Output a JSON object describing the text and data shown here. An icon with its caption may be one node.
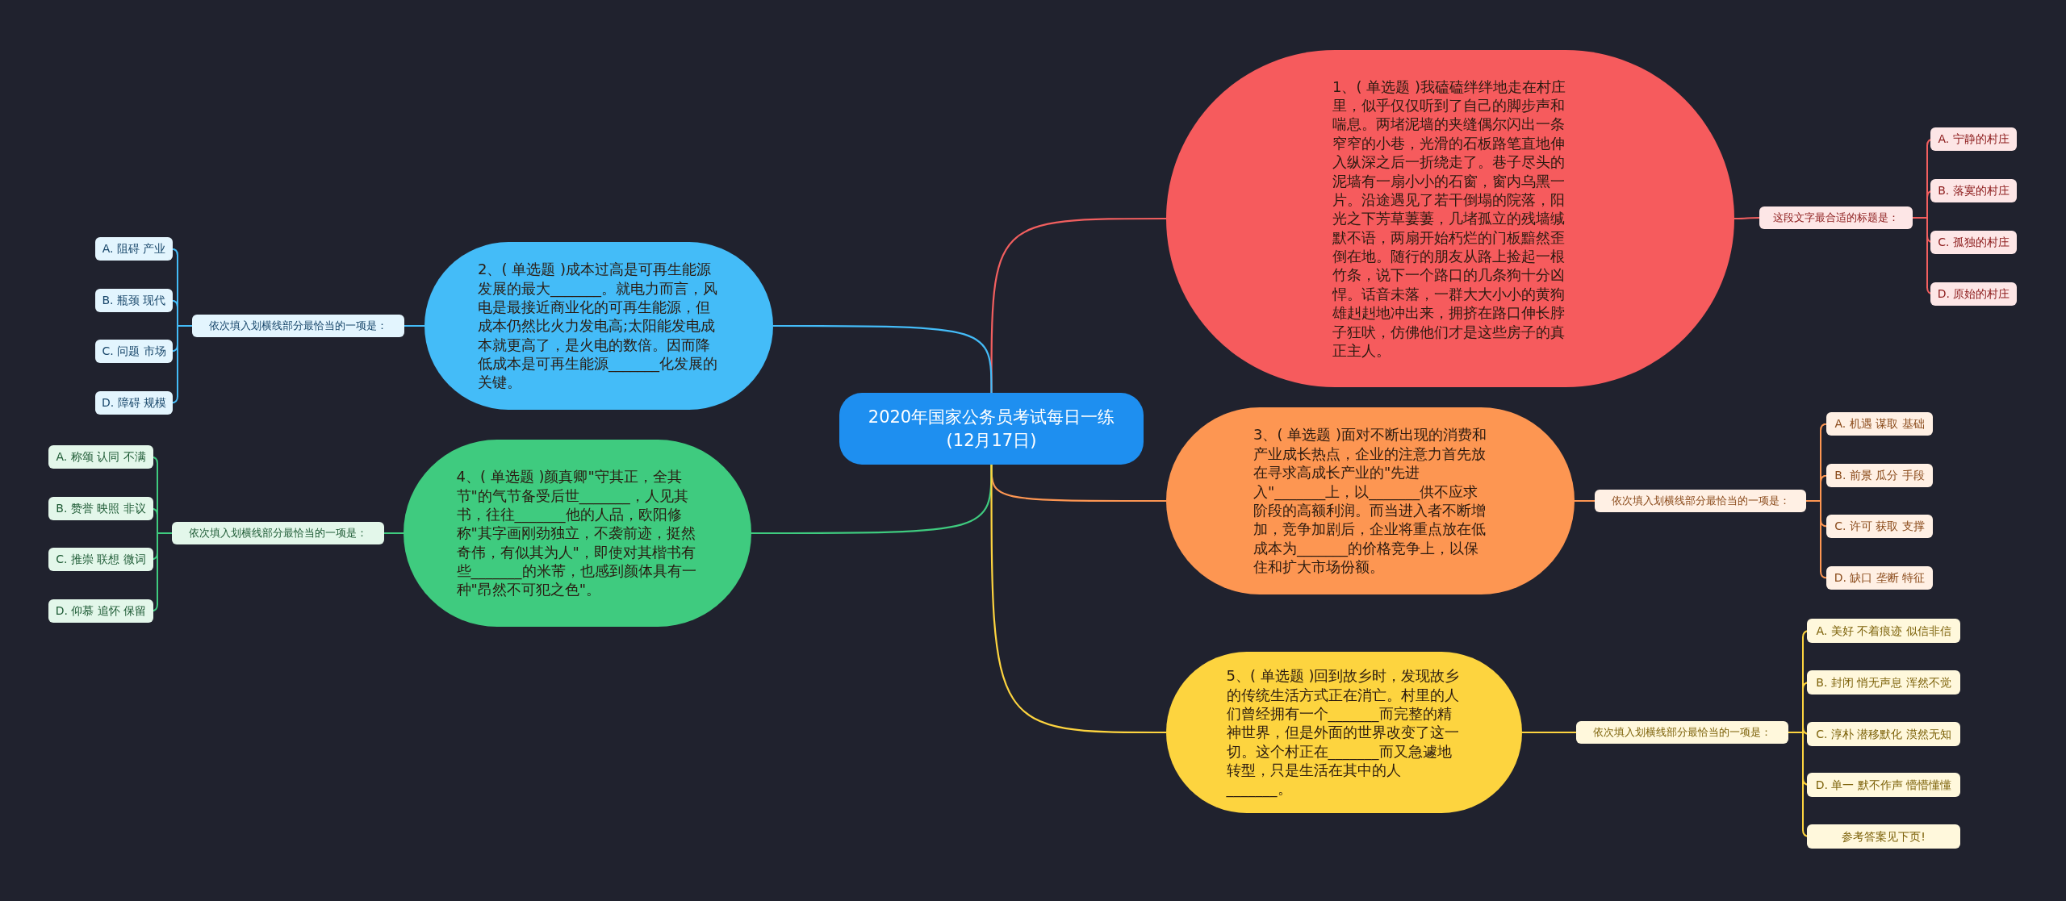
{
  "diagram": {
    "nodes": [
      {
        "text": [
          "2020年国家公务员考试每日一练(12月17日)"
        ]
      },
      {
        "text": [
          "1、( 单选题 )我磕磕绊绊地走在村庄里，似乎仅仅听到了自己的脚步声和喘息。两堵泥墙的夹缝偶尔闪出一条窄窄的小巷，光滑的石板路笔直地伸入纵深之后一折绕走了。巷子尽头的泥墙有一扇小小的石窗，窗内乌黑一片。沿途遇见了若干倒塌的院落，阳光之下芳草萋萋，几堵孤立的残墙缄默不语，两扇开始朽烂的门板黯然歪倒在地。随行的朋友从路上捡起一根竹条，说下一个路口的几条狗十分凶悍。话音未落，一群大大小小的黄狗雄赳赳地冲出来，拥挤在路口伸长脖子狂吠，仿佛他们才是这些房子的真正主人。"
        ]
      },
      {
        "text": [
          "这段文字最合适的标题是："
        ]
      },
      {
        "text": [
          "A. 宁静的村庄"
        ]
      },
      {
        "text": [
          "B. 落寞的村庄"
        ]
      },
      {
        "text": [
          "C. 孤独的村庄"
        ]
      },
      {
        "text": [
          "D. 原始的村庄"
        ]
      },
      {
        "text": [
          "2、( 单选题 )成本过高是可再生能源发展的最大_______。就电力而言，风电是最接近商业化的可再生能源，但成本仍然比火力发电高;太阳能发电成本就更高了，是火电的数倍。因而降低成本是可再生能源_______化发展的关键。"
        ]
      },
      {
        "text": [
          "依次填入划横线部分最恰当的一项是："
        ]
      },
      {
        "text": [
          "A. 阻碍 产业"
        ]
      },
      {
        "text": [
          "B. 瓶颈 现代"
        ]
      },
      {
        "text": [
          "C. 问题 市场"
        ]
      },
      {
        "text": [
          "D. 障碍 规模"
        ]
      },
      {
        "text": [
          "3、( 单选题 )面对不断出现的消费和产业成长热点，企业的注意力首先放在寻求高成长产业的\"先进入\"_______上，以_______供不应求阶段的高额利润。而当进入者不断增加，竞争加剧后，企业将重点放在低成本为_______的价格竞争上，以保住和扩大市场份额。"
        ]
      },
      {
        "text": [
          "依次填入划横线部分最恰当的一项是："
        ]
      },
      {
        "text": [
          "A. 机遇 谋取 基础"
        ]
      },
      {
        "text": [
          "B. 前景 瓜分 手段"
        ]
      },
      {
        "text": [
          "C. 许可 获取 支撑"
        ]
      },
      {
        "text": [
          "D. 缺口 垄断 特征"
        ]
      },
      {
        "text": [
          "4、( 单选题 )颜真卿\"守其正，全其节\"的气节备受后世_______，人见其书，往往_______他的人品，欧阳修称\"其字画刚劲独立，不袭前迹，挺然奇伟，有似其为人\"，即使对其楷书有些_______的米芾，也感到颜体具有一种\"昂然不可犯之色\"。"
        ]
      },
      {
        "text": [
          "依次填入划横线部分最恰当的一项是："
        ]
      },
      {
        "text": [
          "A. 称颂 认同 不满"
        ]
      },
      {
        "text": [
          "B. 赞誉 映照 非议"
        ]
      },
      {
        "text": [
          "C. 推崇 联想 微词"
        ]
      },
      {
        "text": [
          "D. 仰慕 追怀 保留"
        ]
      },
      {
        "text": [
          "5、( 单选题 )回到故乡时，发现故乡的传统生活方式正在消亡。村里的人们曾经拥有一个_______而完整的精神世界，但是外面的世界改变了这一切。这个村正在_______而又急遽地转型，只是生活在其中的人_______。"
        ]
      },
      {
        "text": [
          "依次填入划横线部分最恰当的一项是："
        ]
      },
      {
        "text": [
          "A. 美好 不着痕迹 似信非信"
        ]
      },
      {
        "text": [
          "B. 封闭 悄无声息 浑然不觉"
        ]
      },
      {
        "text": [
          "C. 淳朴 潜移默化 漠然无知"
        ]
      },
      {
        "text": [
          "D. 单一 默不作声 懵懵懂懂"
        ]
      },
      {
        "text": [
          "参考答案见下页!"
        ]
      }
    ],
    "edges": [
      {
        "from": 0,
        "to": 1,
        "arrow": "none",
        "color": "#f25f5f"
      },
      {
        "from": 1,
        "to": 2,
        "arrow": "none",
        "color": "#f25f5f"
      },
      {
        "from": 2,
        "to": 3,
        "arrow": "none",
        "color": "#f25f5f"
      },
      {
        "from": 2,
        "to": 4,
        "arrow": "none",
        "color": "#f25f5f"
      },
      {
        "from": 2,
        "to": 5,
        "arrow": "none",
        "color": "#f25f5f"
      },
      {
        "from": 2,
        "to": 6,
        "arrow": "none",
        "color": "#f25f5f"
      },
      {
        "from": 0,
        "to": 7,
        "arrow": "none",
        "color": "#44bcf8"
      },
      {
        "from": 7,
        "to": 8,
        "arrow": "none",
        "color": "#44bcf8"
      },
      {
        "from": 8,
        "to": 9,
        "arrow": "none",
        "color": "#44bcf8"
      },
      {
        "from": 8,
        "to": 10,
        "arrow": "none",
        "color": "#44bcf8"
      },
      {
        "from": 8,
        "to": 11,
        "arrow": "none",
        "color": "#44bcf8"
      },
      {
        "from": 8,
        "to": 12,
        "arrow": "none",
        "color": "#44bcf8"
      },
      {
        "from": 0,
        "to": 13,
        "arrow": "none",
        "color": "#fd9652"
      },
      {
        "from": 13,
        "to": 14,
        "arrow": "none",
        "color": "#fd9652"
      },
      {
        "from": 14,
        "to": 15,
        "arrow": "none",
        "color": "#fd9652"
      },
      {
        "from": 14,
        "to": 16,
        "arrow": "none",
        "color": "#fd9652"
      },
      {
        "from": 14,
        "to": 17,
        "arrow": "none",
        "color": "#fd9652"
      },
      {
        "from": 14,
        "to": 18,
        "arrow": "none",
        "color": "#fd9652"
      },
      {
        "from": 0,
        "to": 19,
        "arrow": "none",
        "color": "#3fcb7f"
      },
      {
        "from": 19,
        "to": 20,
        "arrow": "none",
        "color": "#3fcb7f"
      },
      {
        "from": 20,
        "to": 21,
        "arrow": "none",
        "color": "#3fcb7f"
      },
      {
        "from": 20,
        "to": 22,
        "arrow": "none",
        "color": "#3fcb7f"
      },
      {
        "from": 20,
        "to": 23,
        "arrow": "none",
        "color": "#3fcb7f"
      },
      {
        "from": 20,
        "to": 24,
        "arrow": "none",
        "color": "#3fcb7f"
      },
      {
        "from": 0,
        "to": 25,
        "arrow": "none",
        "color": "#fdd43f"
      },
      {
        "from": 25,
        "to": 26,
        "arrow": "none",
        "color": "#fdd43f"
      },
      {
        "from": 26,
        "to": 27,
        "arrow": "none",
        "color": "#fdd43f"
      },
      {
        "from": 26,
        "to": 28,
        "arrow": "none",
        "color": "#fdd43f"
      },
      {
        "from": 26,
        "to": 29,
        "arrow": "none",
        "color": "#fdd43f"
      },
      {
        "from": 26,
        "to": 30,
        "arrow": "none",
        "color": "#fdd43f"
      },
      {
        "from": 26,
        "to": 31,
        "arrow": "none",
        "color": "#fdd43f"
      }
    ]
  }
}
